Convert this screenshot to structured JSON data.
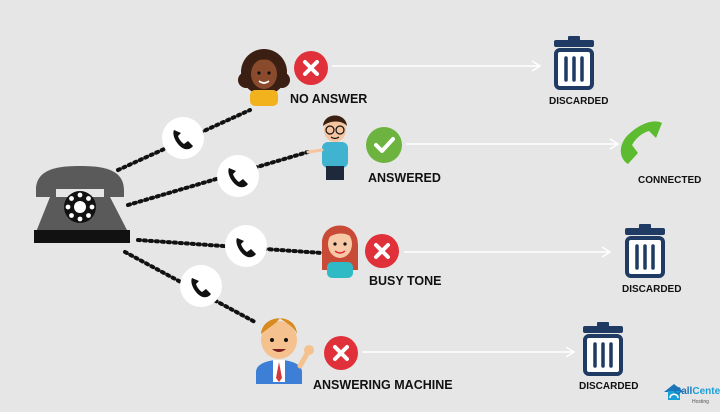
{
  "diagram": {
    "outcomes": [
      {
        "id": "no-answer",
        "status_label": "NO ANSWER",
        "result_label": "DISCARDED",
        "result": "discarded",
        "status_icon": "red-x-icon",
        "person": "woman-curly-hair"
      },
      {
        "id": "answered",
        "status_label": "ANSWERED",
        "result_label": "CONNECTED",
        "result": "connected",
        "status_icon": "green-check-icon",
        "person": "man-glasses"
      },
      {
        "id": "busy-tone",
        "status_label": "BUSY TONE",
        "result_label": "DISCARDED",
        "result": "discarded",
        "status_icon": "red-x-icon",
        "person": "woman-red-hair"
      },
      {
        "id": "answering-machine",
        "status_label": "ANSWERING MACHINE",
        "result_label": "DISCARDED",
        "result": "discarded",
        "status_icon": "red-x-icon",
        "person": "man-waving"
      }
    ],
    "colors": {
      "background": "#e6e6e6",
      "x_red": "#e0303a",
      "check_green": "#6db33f",
      "connected_green": "#5dbb2f",
      "bin_navy": "#1f3a63",
      "phone_gray": "#5a5a5a"
    }
  },
  "logo": {
    "part1": "Call",
    "part2": "Center",
    "sub": "Hosting"
  }
}
